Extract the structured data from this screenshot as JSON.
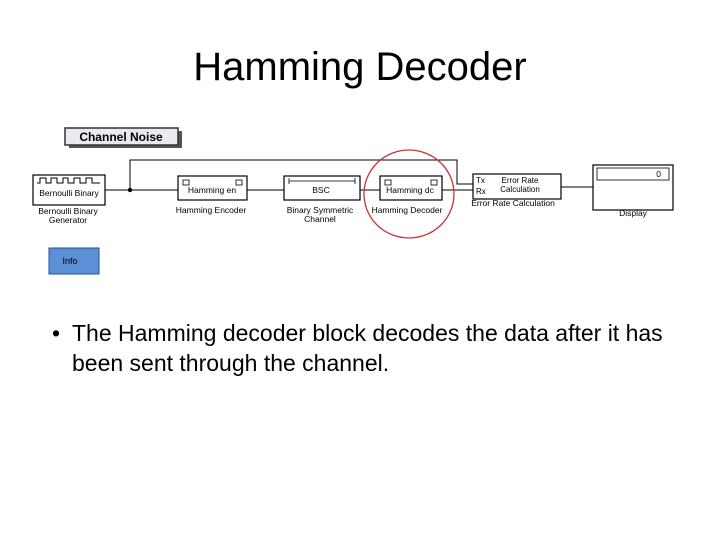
{
  "slide": {
    "title": "Hamming Decoder",
    "bullet": "The Hamming decoder block decodes the data after it has been sent through the channel."
  },
  "model": {
    "channel_noise_label": "Channel Noise",
    "info_label": "Info",
    "blocks": {
      "generator": {
        "icon_text": "Bernoulli Binary",
        "caption_line1": "Bernoulli Binary",
        "caption_line2": "Generator"
      },
      "encoder": {
        "icon_text": "Hamming en",
        "caption": "Hamming Encoder"
      },
      "channel": {
        "icon_text": "BSC",
        "caption_line1": "Binary Symmetric",
        "caption_line2": "Channel"
      },
      "decoder": {
        "icon_text": "Hamming dc",
        "caption": "Hamming Decoder"
      },
      "error_rate": {
        "port_tx": "Tx",
        "port_rx": "Rx",
        "icon_line1": "Error Rate",
        "icon_line2": "Calculation",
        "caption": "Error Rate Calculation"
      },
      "display": {
        "value": "0",
        "caption": "Display"
      }
    },
    "highlight_color": "#cc3333"
  }
}
